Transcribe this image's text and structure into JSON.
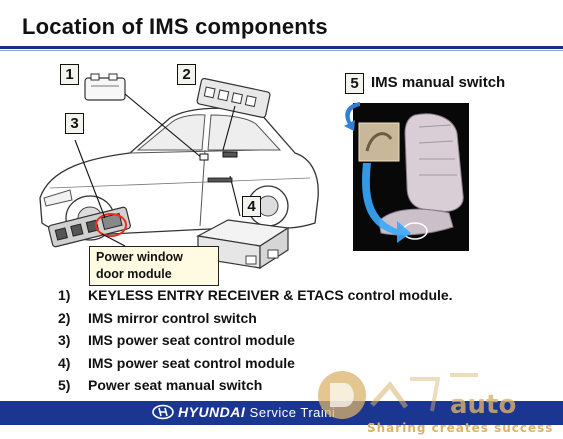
{
  "slide": {
    "title": "Location of IMS components"
  },
  "diagram": {
    "labels": [
      "1",
      "2",
      "3",
      "4",
      "5"
    ],
    "callout_line1": "Power window",
    "callout_line2": "door module",
    "switch_title": "IMS manual switch"
  },
  "components": [
    {
      "num": "1)",
      "text": "KEYLESS ENTRY RECEIVER & ETACS control module."
    },
    {
      "num": "2)",
      "text": "IMS mirror control switch"
    },
    {
      "num": "3)",
      "text": "IMS power seat control module"
    },
    {
      "num": "4)",
      "text": "IMS power seat control module"
    },
    {
      "num": "5)",
      "text": "Power seat manual switch"
    }
  ],
  "footer": {
    "brand": "HYUNDAI",
    "brand_sub": "Service Traini",
    "watermark_tagline": "Sharing creates success"
  },
  "colors": {
    "accent_blue": "#1b3690",
    "watermark_gold": "#d9b36b",
    "arrow_blue": "#2f7fd6"
  }
}
